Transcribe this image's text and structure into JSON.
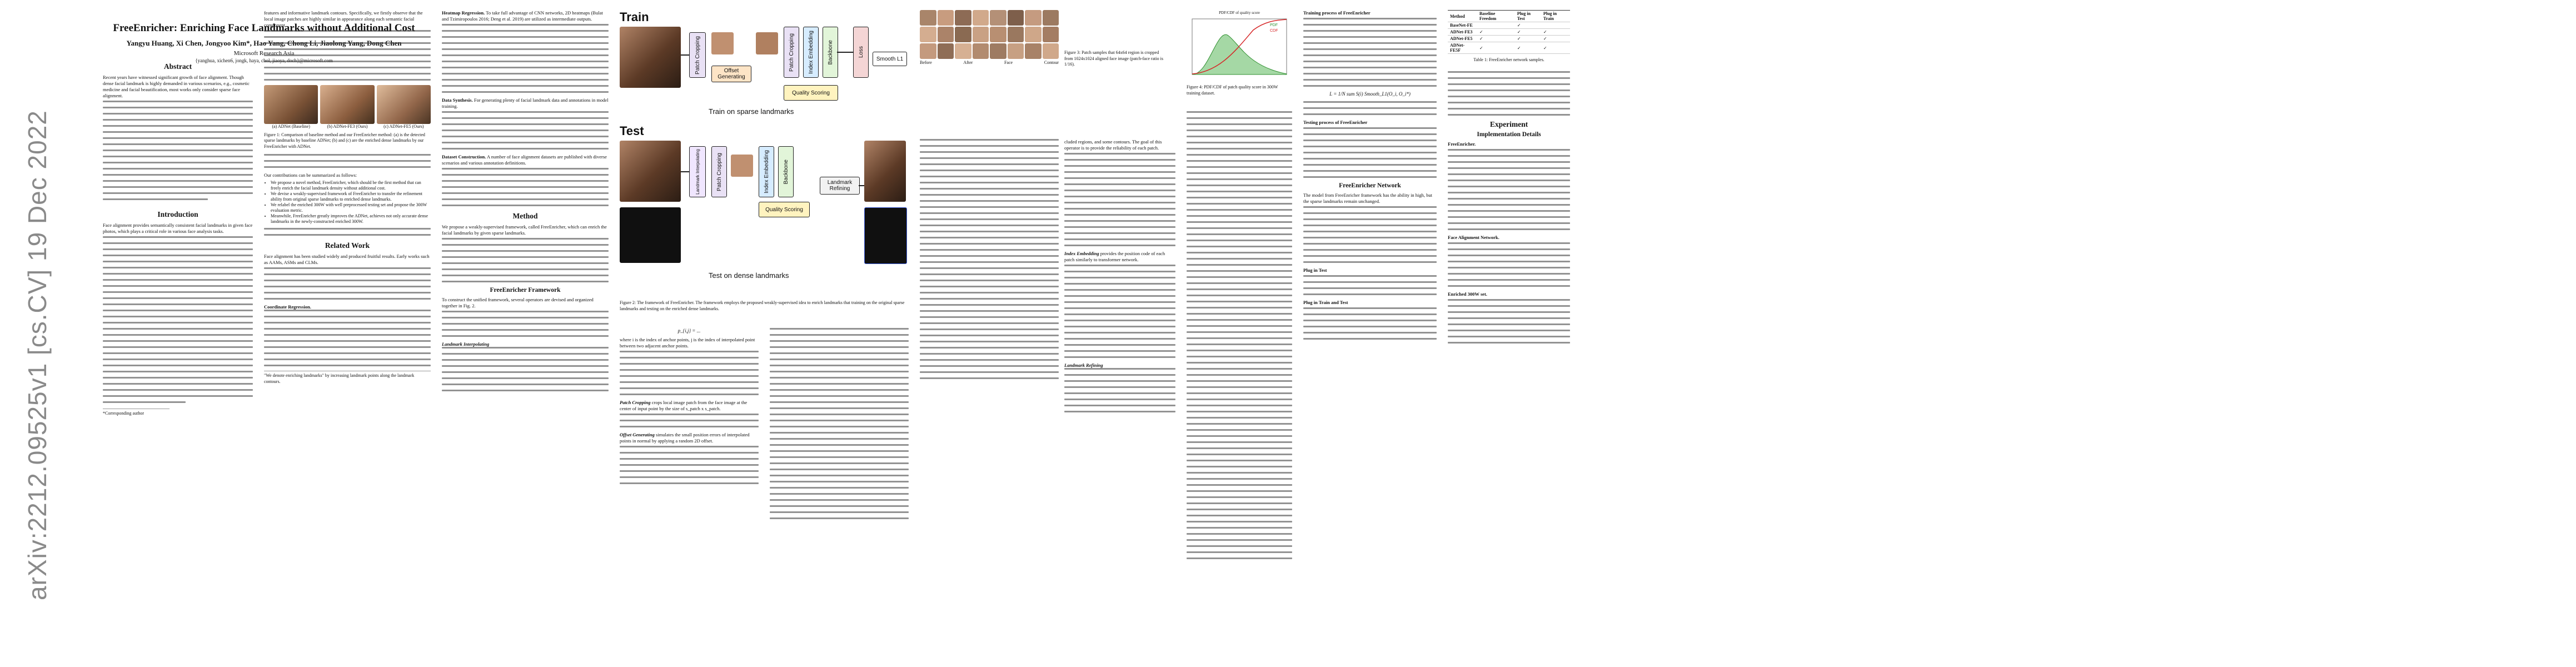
{
  "arxiv_id": "arXiv:2212.09525v1 [cs.CV] 19 Dec 2022",
  "paper": {
    "title": "FreeEnricher: Enriching Face Landmarks without Additional Cost",
    "authors": "Yangyu Huang, Xi Chen, Jongyoo Kim*, Hao Yang, Chong Li, Jiaolong Yang, Dong Chen",
    "affiliation": "Microsoft Research Asia",
    "emails": "{yanghua, xichen6, jongk, haya, chol, jiaoya, doch}@microsoft.com",
    "footnote": "*Corresponding author"
  },
  "col1": {
    "abstract_heading": "Abstract",
    "abstract_start": "Recent years have witnessed significant growth of face alignment. Though dense facial landmark is highly demanded in various scenarios, e.g., cosmetic medicine and facial beautification, most works only consider sparse face alignment.",
    "intro_heading": "Introduction",
    "intro_start": "Face alignment provides semantically consistent facial landmarks in given face photos, which plays a critical role in various face analysis tasks."
  },
  "col2": {
    "intro_cont": "features and informative landmark contours. Specifically, we firstly observe that the local image patches are highly similar in appearance along each semantic facial component.",
    "fig1_labels": [
      "(a) ADNet (Baseline)",
      "(b) ADNet-FE3 (Ours)",
      "(c) ADNet-FE5 (Ours)"
    ],
    "fig1_caption": "Figure 1: Comparison of baseline method and our FreeEnricher method: (a) is the detected sparse landmarks by baseline ADNet; (b) and (c) are the enriched dense landmarks by our FreeEnricher with ADNet.",
    "contrib_start": "Our contributions can be summarized as follows:",
    "bullets": [
      "We propose a novel method, FreeEnricher, which should be the first method that can freely enrich the facial landmark density without additional cost.",
      "We devise a weakly-supervised framework of FreeEnricher to transfer the refinement ability from original sparse landmarks to enriched dense landmarks.",
      "We relabel the enriched 300W with well preprocessed testing set and propose the 300W evaluation metric.",
      "Meanwhile, FreeEnricher greatly improves the ADNet, achieves not only accurate dense landmarks in the newly-constructed enriched 300W."
    ],
    "related_heading": "Related Work",
    "related_start": "Face alignment has been studied widely and produced fruitful results. Early works such as AAMs, ASMs and CLMs.",
    "coord_heading": "Coordinate Regression.",
    "footnote": "\"We denote enriching landmarks\" by increasing landmark points along the landmark contours."
  },
  "col3": {
    "heatmap_heading": "Heatmap Regression.",
    "heatmap_start": "To take full advantage of CNN networks, 2D heatmaps (Bulat and Tzimiropoulos 2016; Deng et al. 2019) are utilized as intermediate outputs.",
    "synthesis_heading": "Data Synthesis.",
    "synthesis_start": "For generating plenty of facial landmark data and annotations in model training.",
    "construction_heading": "Dataset Construction.",
    "construction_start": "A number of face alignment datasets are published with diverse scenarios and various annotation definitions.",
    "method_heading": "Method",
    "method_start": "We propose a weakly-supervised framework, called FreeEnricher, which can enrich the facial landmarks by given sparse landmarks.",
    "framework_heading": "FreeEnricher Framework",
    "framework_start": "To construct the unified framework, several operators are devised and organized together in Fig. 2.",
    "landmark_interp": "Landmark Interpolating"
  },
  "fig2": {
    "train_label": "Train",
    "test_label": "Test",
    "train_caption": "Train on sparse landmarks",
    "test_caption": "Test on dense landmarks",
    "blocks": [
      "Patch Cropping",
      "Offset Generating",
      "Patch Cropping",
      "Index Embedding",
      "Backbone",
      "Quality Scoring",
      "Loss",
      "Smooth L1"
    ],
    "test_blocks": [
      "Landmark Interpolating",
      "Patch Cropping",
      "Index Embedding",
      "Backbone",
      "Quality Scoring",
      "Landmark Refining"
    ],
    "caption": "Figure 2: The framework of FreeEnricher. The framework employs the proposed weakly-supervised idea to enrich landmarks that training on the original sparse landmarks and testing on the enriched dense landmarks."
  },
  "col4": {
    "eq1": "p_{i,j} = ...",
    "body_start": "where i is the index of anchor points, j is the index of interpolated point between two adjacent anchor points.",
    "patch_heading": "Patch Cropping",
    "patch_start": "crops local image patch from the face image at the center of input point by the size of s_patch x s_patch.",
    "offset_heading": "Offset Generating",
    "offset_start": "simulates the small position errors of interpolated points in normal by applying a random 2D offset."
  },
  "col5": {
    "fig3_caption": "Figure 3: Patch samples that 64x64 region is cropped from 1024x1024 aligned face image (patch-face ratio is 1/16).",
    "fig3_labels": [
      "Before",
      "After",
      "Face",
      "Contour"
    ],
    "body_start": "cluded regions, and some contours. The goal of this operator is to provide the reliability of each patch.",
    "index_heading": "Index Embedding",
    "index_start": "provides the position code of each patch similarly to transformer network.",
    "refine_heading": "Landmark Refining"
  },
  "col6": {
    "fig4_title": "PDF/CDF of quality score",
    "fig4_legend": [
      "PDF",
      "CDF"
    ],
    "fig4_caption": "Figure 4: PDF/CDF of patch quality score in 300W training dataset.",
    "train_proc_heading": "Training process of FreeEnricher",
    "eq_loss": "L = 1/N sum S(i) Smooth_L1(O_i, O_i*)",
    "test_proc_heading": "Testing process of FreeEnricher",
    "network_heading": "FreeEnricher Network",
    "network_start": "The model from FreeEnricher framework has the ability in high, but the sparse landmarks remain unchanged.",
    "pip_heading": "Plug in Test",
    "pip_train_heading": "Plug in Train and Test"
  },
  "col7": {
    "table_headers": [
      "Method",
      "Baseline Freedom",
      "Plug in Test",
      "Plug in Train"
    ],
    "table_rows": [
      [
        "BaseNet-FE",
        "",
        "✓",
        ""
      ],
      [
        "ADNet-FE3",
        "✓",
        "✓",
        "✓"
      ],
      [
        "ADNet-FE5",
        "✓",
        "✓",
        "✓"
      ],
      [
        "ADNet-FE5F",
        "✓",
        "✓",
        "✓"
      ]
    ],
    "table_caption": "Table 1: FreeEnricher network samples.",
    "exp_heading": "Experiment",
    "impl_heading": "Implementation Details",
    "enricher_label": "FreeEnricher.",
    "face_align_label": "Face Alignment Network.",
    "enriched_label": "Enriched 300W set."
  }
}
